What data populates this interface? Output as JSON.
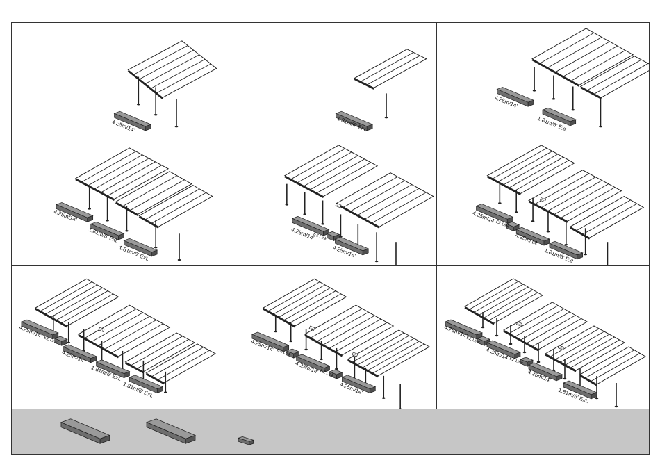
{
  "labels": {
    "base": "4.25m/14'",
    "ext": "1.81m/6' Ext.",
    "ext_bare": "1.81m/6'",
    "ez": "EZ Link"
  },
  "panels": [
    {
      "id": "p1",
      "parts": [
        "4.25m/14'"
      ]
    },
    {
      "id": "p2",
      "parts": [
        "1.81m/6' Ext."
      ]
    },
    {
      "id": "p3",
      "parts": [
        "4.25m/14'",
        "1.81m/6' Ext."
      ]
    },
    {
      "id": "p4",
      "parts": [
        "4.25m/14'",
        "1.81m/6' Ext.",
        "1.81m/6' Ext."
      ]
    },
    {
      "id": "p5",
      "parts": [
        "4.25m/14'",
        "EZ Link",
        "4.25m/14'"
      ]
    },
    {
      "id": "p6",
      "parts": [
        "4.25m/14'",
        "EZ Link",
        "4.25m/14'",
        "1.81m/6' Ext."
      ]
    },
    {
      "id": "p7",
      "parts": [
        "4.25m/14'",
        "EZ Link",
        "4.25m/14'",
        "1.81m/6' Ext.",
        "1.81m/6' Ext."
      ]
    },
    {
      "id": "p8",
      "parts": [
        "4.25m/14'",
        "EZ Link",
        "4.25m/14'",
        "EZ Link",
        "4.25m/14'"
      ]
    },
    {
      "id": "p9",
      "parts": [
        "4.25m/14'",
        "EZ Link",
        "4.25m/14'",
        "EZ Link",
        "4.25m/14'",
        "1.81m/6' Ext."
      ]
    }
  ],
  "legend": {
    "items": [
      "base-kit-box",
      "extension-kit-box",
      "ez-link-box"
    ]
  }
}
